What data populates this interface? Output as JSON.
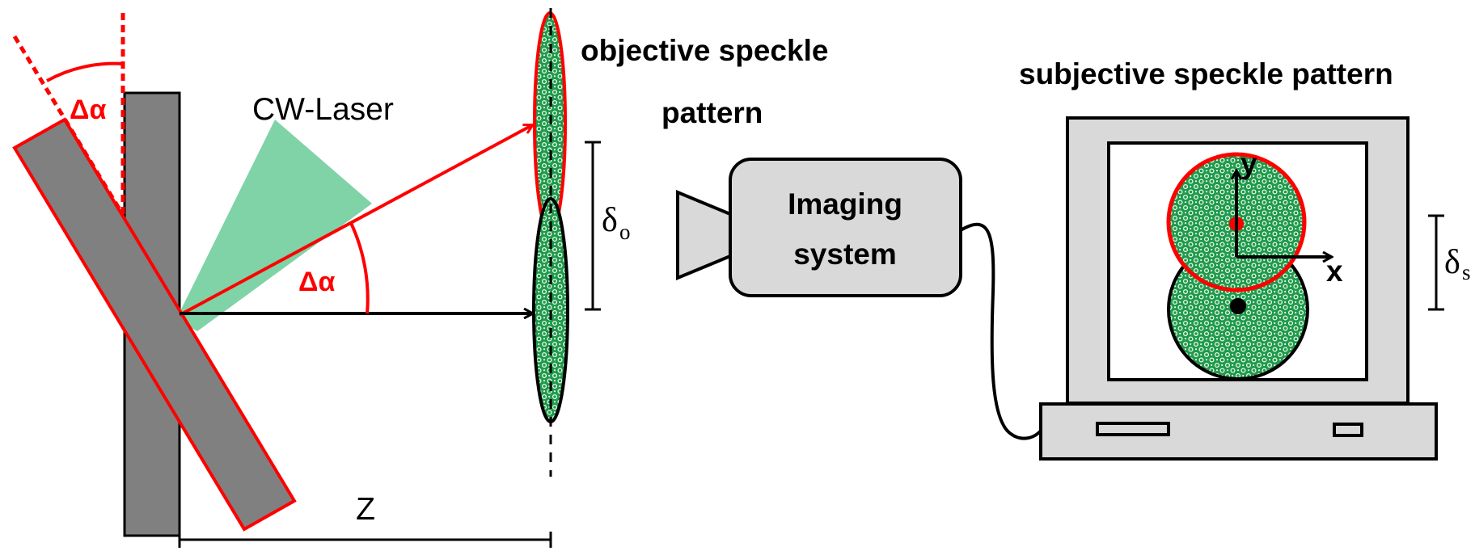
{
  "labels": {
    "laser": "CW-Laser",
    "delta_alpha_top": "Δα",
    "delta_alpha_beam": "Δα",
    "objective_line1": "objective speckle",
    "objective_line2": "pattern",
    "subjective": "subjective speckle pattern",
    "imaging_line1": "Imaging",
    "imaging_line2": "system",
    "delta_o": "δ",
    "delta_o_sub": "o",
    "delta_s": "δ",
    "delta_s_sub": "s",
    "distance": "Z",
    "axis_x": "x",
    "axis_y": "y"
  },
  "colors": {
    "plate": "#808080",
    "highlight": "#ff0000",
    "laser_beam": "#7fd3a6",
    "speckle_fill": "#1f9a4a",
    "speckle_dot": "#e7f6ec",
    "monitor": "#d9d9d9",
    "ink": "#000000"
  },
  "icons": {
    "camera": "camera-icon",
    "computer": "computer-monitor-icon"
  }
}
